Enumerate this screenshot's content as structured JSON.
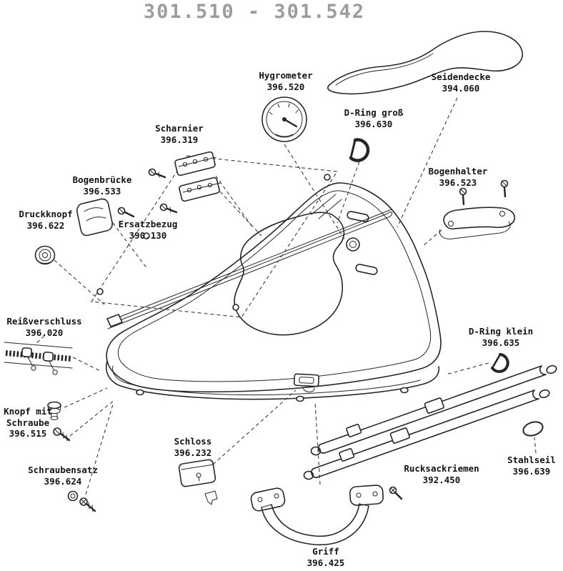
{
  "title": "301.510 - 301.542",
  "line_color": "#262626",
  "title_color": "#9c9c9c",
  "parts": [
    {
      "id": "hygrometer",
      "name": "Hygrometer",
      "number": "396.520"
    },
    {
      "id": "seidendecke",
      "name": "Seidendecke",
      "number": "394.060"
    },
    {
      "id": "d-ring-gross",
      "name": "D-Ring groß",
      "number": "396.630"
    },
    {
      "id": "scharnier",
      "name": "Scharnier",
      "number": "396.319"
    },
    {
      "id": "bogenbruecke",
      "name": "Bogenbrücke",
      "number": "396.533"
    },
    {
      "id": "bogenhalter",
      "name": "Bogenhalter",
      "number": "396.523"
    },
    {
      "id": "druckknopf",
      "name": "Druckknopf",
      "number": "396.622"
    },
    {
      "id": "ersatzbezug",
      "name": "Ersatzbezug",
      "number": "390.130"
    },
    {
      "id": "reissverschluss",
      "name": "Reißverschluss",
      "number": "396.020"
    },
    {
      "id": "d-ring-klein",
      "name": "D-Ring klein",
      "number": "396.635"
    },
    {
      "id": "knopf-mit-schraube",
      "name": "Knopf mit Schraube",
      "number": "396.515"
    },
    {
      "id": "schloss",
      "name": "Schloss",
      "number": "396.232"
    },
    {
      "id": "schraubensatz",
      "name": "Schraubensatz",
      "number": "396.624"
    },
    {
      "id": "rucksackriemen",
      "name": "Rucksackriemen",
      "number": "392.450"
    },
    {
      "id": "stahlseil",
      "name": "Stahlseil",
      "number": "396.639"
    },
    {
      "id": "griff",
      "name": "Griff",
      "number": "396.425"
    }
  ]
}
